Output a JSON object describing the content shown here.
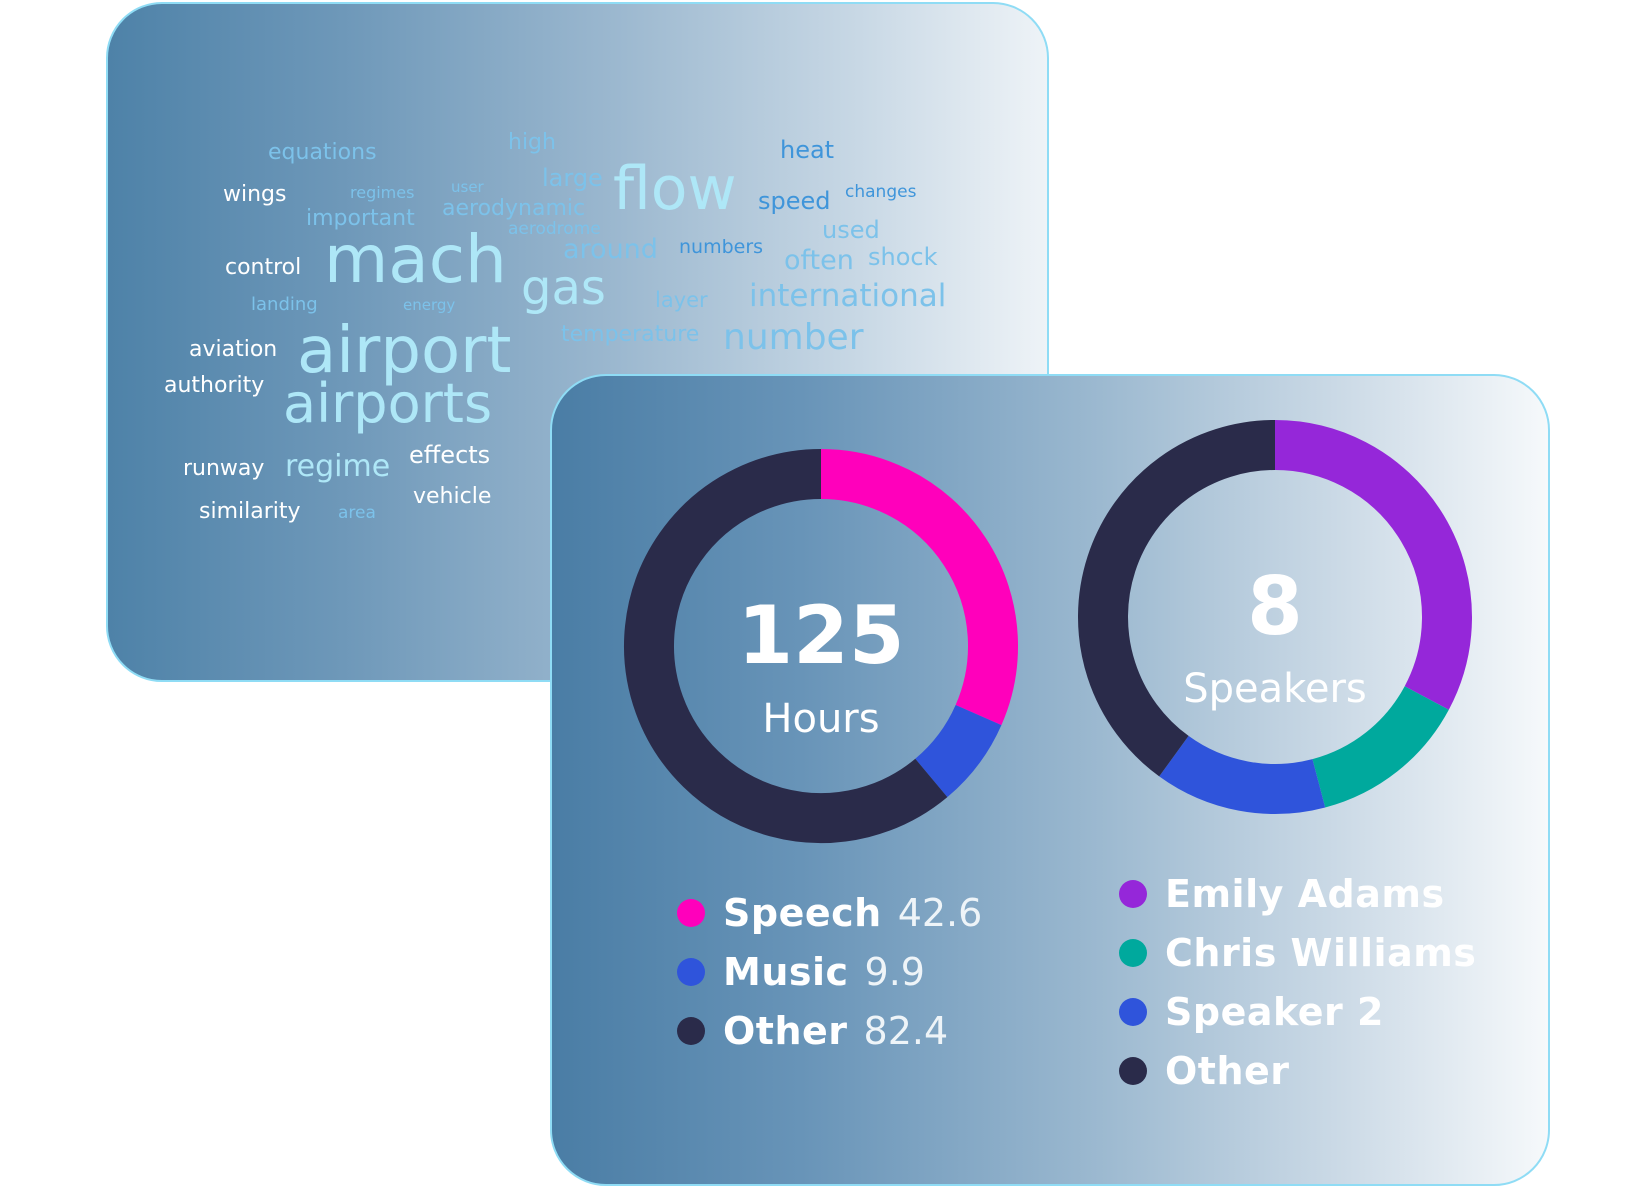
{
  "wordcloud": {
    "words": [
      {
        "text": "equations",
        "size": 22,
        "color": "#7cc2ea"
      },
      {
        "text": "high",
        "size": 22,
        "color": "#7cc2ea"
      },
      {
        "text": "heat",
        "size": 24,
        "color": "#3f95da"
      },
      {
        "text": "wings",
        "size": 22,
        "color": "#ffffff"
      },
      {
        "text": "regimes",
        "size": 16,
        "color": "#7cc2ea"
      },
      {
        "text": "user",
        "size": 15,
        "color": "#7cc2ea"
      },
      {
        "text": "large",
        "size": 24,
        "color": "#7cc2ea"
      },
      {
        "text": "flow",
        "size": 60,
        "color": "#aee7f7"
      },
      {
        "text": "speed",
        "size": 24,
        "color": "#3f95da"
      },
      {
        "text": "changes",
        "size": 17,
        "color": "#3f95da"
      },
      {
        "text": "important",
        "size": 22,
        "color": "#7cc2ea"
      },
      {
        "text": "aerodynamic",
        "size": 22,
        "color": "#7cc2ea"
      },
      {
        "text": "aerodrome",
        "size": 17,
        "color": "#7cc2ea"
      },
      {
        "text": "used",
        "size": 24,
        "color": "#7cc2ea"
      },
      {
        "text": "control",
        "size": 22,
        "color": "#ffffff"
      },
      {
        "text": "mach",
        "size": 66,
        "color": "#aee7f7"
      },
      {
        "text": "around",
        "size": 27,
        "color": "#7cc2ea"
      },
      {
        "text": "numbers",
        "size": 19,
        "color": "#3f95da"
      },
      {
        "text": "often",
        "size": 27,
        "color": "#7cc2ea"
      },
      {
        "text": "shock",
        "size": 24,
        "color": "#7cc2ea"
      },
      {
        "text": "gas",
        "size": 48,
        "color": "#aee7f7"
      },
      {
        "text": "landing",
        "size": 18,
        "color": "#7cc2ea"
      },
      {
        "text": "energy",
        "size": 15,
        "color": "#7cc2ea"
      },
      {
        "text": "layer",
        "size": 21,
        "color": "#7cc2ea"
      },
      {
        "text": "international",
        "size": 31,
        "color": "#7cc2ea"
      },
      {
        "text": "airport",
        "size": 64,
        "color": "#aee7f7"
      },
      {
        "text": "aviation",
        "size": 22,
        "color": "#ffffff"
      },
      {
        "text": "temperature",
        "size": 22,
        "color": "#7cc2ea"
      },
      {
        "text": "number",
        "size": 36,
        "color": "#7cc2ea"
      },
      {
        "text": "authority",
        "size": 22,
        "color": "#ffffff"
      },
      {
        "text": "airports",
        "size": 54,
        "color": "#aee7f7"
      },
      {
        "text": "runway",
        "size": 22,
        "color": "#ffffff"
      },
      {
        "text": "regime",
        "size": 30,
        "color": "#aee7f7"
      },
      {
        "text": "effects",
        "size": 24,
        "color": "#ffffff"
      },
      {
        "text": "similarity",
        "size": 22,
        "color": "#ffffff"
      },
      {
        "text": "area",
        "size": 17,
        "color": "#7cc2ea"
      },
      {
        "text": "vehicle",
        "size": 22,
        "color": "#ffffff"
      }
    ]
  },
  "chart_data": [
    {
      "type": "pie",
      "donut": true,
      "center_value": "125",
      "center_label": "Hours",
      "categories": [
        "Speech",
        "Music",
        "Other"
      ],
      "values": [
        42.6,
        9.9,
        82.4
      ],
      "colors": [
        "#ff00bb",
        "#2f54db",
        "#2a2b4a"
      ],
      "legend": "bottom"
    },
    {
      "type": "pie",
      "donut": true,
      "center_value": "8",
      "center_label": "Speakers",
      "categories": [
        "Emily Adams",
        "Chris Williams",
        "Speaker 2",
        "Other"
      ],
      "values": [
        0.328,
        0.131,
        0.141,
        0.4
      ],
      "colors": [
        "#9527d9",
        "#00a99d",
        "#2f54db",
        "#2a2b4a"
      ],
      "legend": "bottom"
    }
  ]
}
